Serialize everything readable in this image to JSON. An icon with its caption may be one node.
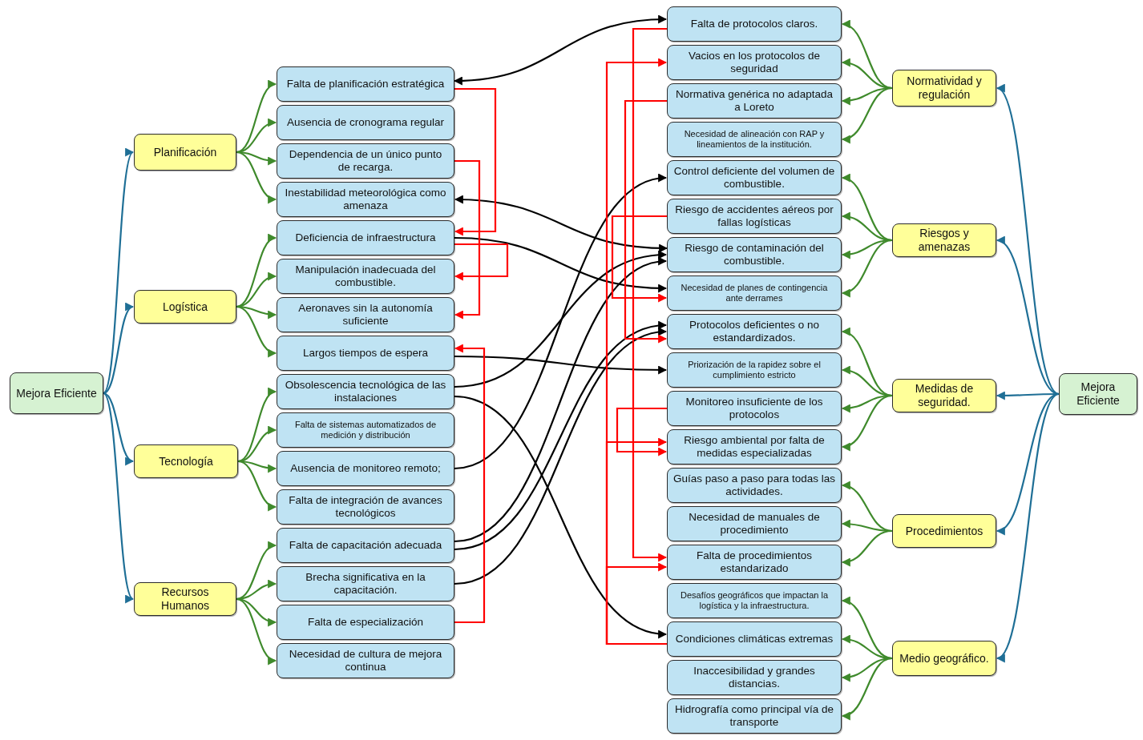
{
  "diagram": {
    "nodes": [
      {
        "text": [
          "Mejora Eficiente"
        ]
      },
      {
        "text": [
          "Planificación"
        ]
      },
      {
        "text": [
          "Logística"
        ]
      },
      {
        "text": [
          "Tecnología"
        ]
      },
      {
        "text": [
          "Recursos Humanos"
        ]
      },
      {
        "text": [
          "Falta de planificación estratégica"
        ]
      },
      {
        "text": [
          "Ausencia de cronograma regular"
        ]
      },
      {
        "text": [
          "Dependencia de un único punto de recarga."
        ]
      },
      {
        "text": [
          "Inestabilidad meteorológica como amenaza"
        ]
      },
      {
        "text": [
          "Deficiencia de infraestructura"
        ]
      },
      {
        "text": [
          "Manipulación inadecuada del combustible."
        ]
      },
      {
        "text": [
          "Aeronaves sin la autonomía suficiente"
        ]
      },
      {
        "text": [
          "Largos tiempos de espera"
        ]
      },
      {
        "text": [
          "Obsolescencia tecnológica de las instalaciones"
        ]
      },
      {
        "text": [
          "Falta de sistemas automatizados de medición y distribución"
        ]
      },
      {
        "text": [
          "Ausencia de monitoreo remoto;"
        ]
      },
      {
        "text": [
          "Falta de integración de avances tecnológicos"
        ]
      },
      {
        "text": [
          "Falta de capacitación adecuada"
        ]
      },
      {
        "text": [
          "Brecha significativa en la capacitación."
        ]
      },
      {
        "text": [
          "Falta de especialización"
        ]
      },
      {
        "text": [
          "Necesidad de cultura de mejora continua"
        ]
      },
      {
        "text": [
          "Falta de protocolos claros."
        ]
      },
      {
        "text": [
          "Vacios en los protocolos de seguridad"
        ]
      },
      {
        "text": [
          "Normativa genérica no adaptada a Loreto"
        ]
      },
      {
        "text": [
          "Necesidad de alineación con RAP y lineamientos de la institución."
        ]
      },
      {
        "text": [
          "Control deficiente del volumen de combustible."
        ]
      },
      {
        "text": [
          "Riesgo de accidentes aéreos por fallas logísticas"
        ]
      },
      {
        "text": [
          "Riesgo de contaminación del combustible."
        ]
      },
      {
        "text": [
          "Necesidad de planes de contingencia ante derrames"
        ]
      },
      {
        "text": [
          "Protocolos deficientes o no estandardizados."
        ]
      },
      {
        "text": [
          "Priorización de la rapidez sobre el cumplimiento estricto"
        ]
      },
      {
        "text": [
          "Monitoreo insuficiente de los protocolos"
        ]
      },
      {
        "text": [
          "Riesgo ambiental por falta de medidas especializadas"
        ]
      },
      {
        "text": [
          "Guías paso a paso para todas las actividades."
        ]
      },
      {
        "text": [
          "Necesidad de manuales de procedimiento"
        ]
      },
      {
        "text": [
          "Falta de procedimientos estandarizado"
        ]
      },
      {
        "text": [
          "Desafíos geográficos que impactan la logística y la infraestructura."
        ]
      },
      {
        "text": [
          "Condiciones climáticas extremas"
        ]
      },
      {
        "text": [
          "Inaccesibilidad y grandes distancias."
        ]
      },
      {
        "text": [
          "Hidrografía como principal vía de transporte"
        ]
      },
      {
        "text": [
          "Normatividad y regulación"
        ]
      },
      {
        "text": [
          "Riesgos y amenazas"
        ]
      },
      {
        "text": [
          "Medidas de seguridad."
        ]
      },
      {
        "text": [
          "Procedimientos"
        ]
      },
      {
        "text": [
          "Medio geográfico."
        ]
      },
      {
        "text": [
          "Mejora Eficiente"
        ]
      }
    ],
    "edges": [
      {
        "from": 0,
        "to": 1,
        "arrow": "to",
        "color": "#1f6f96"
      },
      {
        "from": 0,
        "to": 2,
        "arrow": "to",
        "color": "#1f6f96"
      },
      {
        "from": 0,
        "to": 3,
        "arrow": "to",
        "color": "#1f6f96"
      },
      {
        "from": 0,
        "to": 4,
        "arrow": "to",
        "color": "#1f6f96"
      },
      {
        "from": 1,
        "to": 5,
        "arrow": "to"
      },
      {
        "from": 1,
        "to": 6,
        "arrow": "to"
      },
      {
        "from": 1,
        "to": 7,
        "arrow": "to"
      },
      {
        "from": 1,
        "to": 8,
        "arrow": "to"
      },
      {
        "from": 2,
        "to": 9,
        "arrow": "to"
      },
      {
        "from": 2,
        "to": 10,
        "arrow": "to"
      },
      {
        "from": 2,
        "to": 11,
        "arrow": "to"
      },
      {
        "from": 2,
        "to": 12,
        "arrow": "to"
      },
      {
        "from": 3,
        "to": 13,
        "arrow": "to"
      },
      {
        "from": 3,
        "to": 14,
        "arrow": "to"
      },
      {
        "from": 3,
        "to": 15,
        "arrow": "to"
      },
      {
        "from": 3,
        "to": 16,
        "arrow": "to"
      },
      {
        "from": 4,
        "to": 17,
        "arrow": "to"
      },
      {
        "from": 4,
        "to": 18,
        "arrow": "to"
      },
      {
        "from": 4,
        "to": 19,
        "arrow": "to"
      },
      {
        "from": 4,
        "to": 20,
        "arrow": "to"
      },
      {
        "from": 5,
        "to": 21,
        "arrow": "both",
        "color": "#000000"
      },
      {
        "from": 27,
        "to": 8,
        "arrow": "both",
        "color": "#000000"
      },
      {
        "from": 9,
        "to": 28,
        "arrow": "to",
        "color": "#000000"
      },
      {
        "from": 12,
        "to": 30,
        "arrow": "to",
        "color": "#000000"
      },
      {
        "from": 13,
        "to": 27,
        "arrow": "to",
        "color": "#000000"
      },
      {
        "from": 13,
        "to": 37,
        "arrow": "to",
        "color": "#000000"
      },
      {
        "from": 15,
        "to": 25,
        "arrow": "to",
        "color": "#000000"
      },
      {
        "from": 17,
        "to": 27,
        "arrow": "to",
        "color": "#000000"
      },
      {
        "from": 17,
        "to": 29,
        "arrow": "to",
        "color": "#000000"
      },
      {
        "from": 18,
        "to": 29,
        "arrow": "to",
        "color": "#000000"
      },
      {
        "from": 5,
        "to": 9,
        "arrow": "to",
        "color": "#ff0000"
      },
      {
        "from": 9,
        "to": 10,
        "arrow": "to",
        "color": "#ff0000"
      },
      {
        "from": 7,
        "to": 11,
        "arrow": "to",
        "color": "#ff0000"
      },
      {
        "from": 19,
        "to": 12,
        "arrow": "to",
        "color": "#ff0000"
      },
      {
        "from": 21,
        "to": 35,
        "arrow": "to",
        "color": "#ff0000"
      },
      {
        "from": 37,
        "to": 22,
        "arrow": "to",
        "color": "#ff0000"
      },
      {
        "from": 37,
        "to": 32,
        "arrow": "to",
        "color": "#ff0000"
      },
      {
        "from": 37,
        "to": 35,
        "arrow": "to",
        "color": "#ff0000"
      },
      {
        "from": 31,
        "to": 32,
        "arrow": "to",
        "color": "#ff0000"
      },
      {
        "from": 23,
        "to": 29,
        "arrow": "to",
        "color": "#ff0000"
      },
      {
        "from": 26,
        "to": 28,
        "arrow": "to",
        "color": "#ff0000"
      },
      {
        "from": 40,
        "to": 21,
        "arrow": "to"
      },
      {
        "from": 40,
        "to": 22,
        "arrow": "to"
      },
      {
        "from": 40,
        "to": 23,
        "arrow": "to"
      },
      {
        "from": 40,
        "to": 24,
        "arrow": "to"
      },
      {
        "from": 41,
        "to": 25,
        "arrow": "to"
      },
      {
        "from": 41,
        "to": 26,
        "arrow": "to"
      },
      {
        "from": 41,
        "to": 27,
        "arrow": "to"
      },
      {
        "from": 41,
        "to": 28,
        "arrow": "to"
      },
      {
        "from": 42,
        "to": 29,
        "arrow": "to"
      },
      {
        "from": 42,
        "to": 30,
        "arrow": "to"
      },
      {
        "from": 42,
        "to": 31,
        "arrow": "to"
      },
      {
        "from": 42,
        "to": 32,
        "arrow": "to"
      },
      {
        "from": 43,
        "to": 33,
        "arrow": "to"
      },
      {
        "from": 43,
        "to": 34,
        "arrow": "to"
      },
      {
        "from": 43,
        "to": 35,
        "arrow": "to"
      },
      {
        "from": 44,
        "to": 36,
        "arrow": "to"
      },
      {
        "from": 44,
        "to": 37,
        "arrow": "to"
      },
      {
        "from": 44,
        "to": 38,
        "arrow": "to"
      },
      {
        "from": 44,
        "to": 39,
        "arrow": "to"
      },
      {
        "from": 45,
        "to": 40,
        "arrow": "to",
        "color": "#1f6f96"
      },
      {
        "from": 45,
        "to": 41,
        "arrow": "to",
        "color": "#1f6f96"
      },
      {
        "from": 45,
        "to": 42,
        "arrow": "to",
        "color": "#1f6f96"
      },
      {
        "from": 45,
        "to": 43,
        "arrow": "to",
        "color": "#1f6f96"
      },
      {
        "from": 45,
        "to": 44,
        "arrow": "to",
        "color": "#1f6f96"
      }
    ]
  }
}
